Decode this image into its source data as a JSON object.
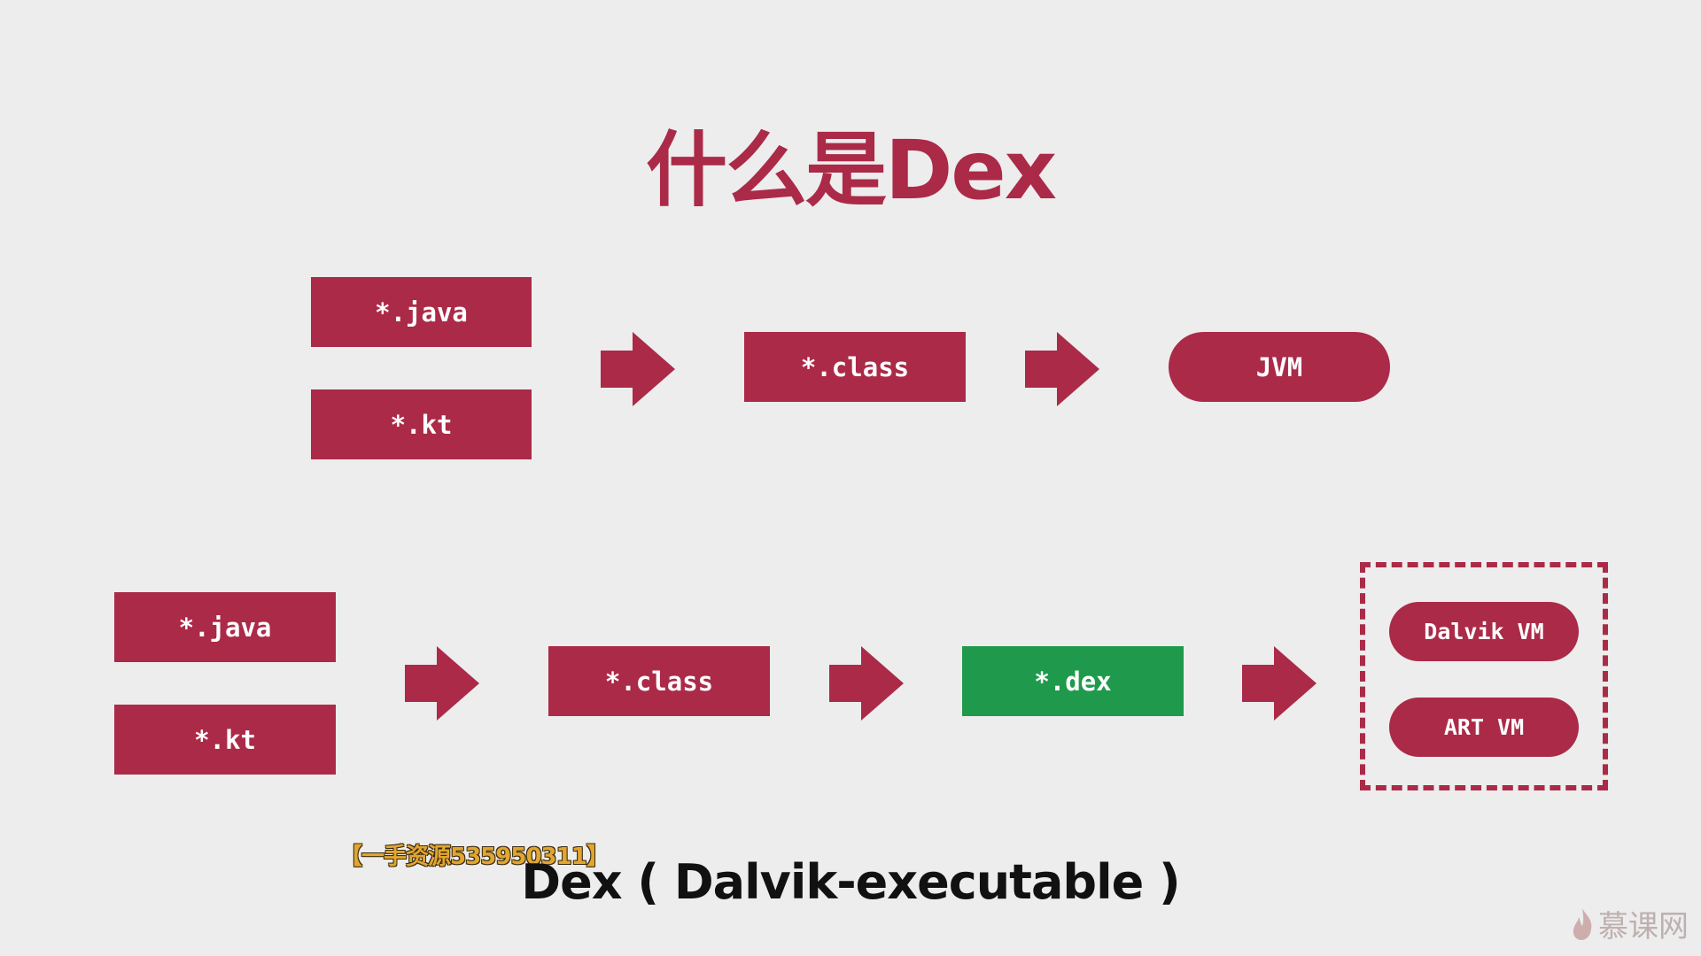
{
  "title": "什么是Dex",
  "row1": {
    "sources": [
      "*.java",
      "*.kt"
    ],
    "class_label": "*.class",
    "vm_label": "JVM"
  },
  "row2": {
    "sources": [
      "*.java",
      "*.kt"
    ],
    "class_label": "*.class",
    "dex_label": "*.dex",
    "vms": [
      "Dalvik VM",
      "ART VM"
    ]
  },
  "subtitle": "Dex ( Dalvik-executable )",
  "watermark": "【一手资源535950311】",
  "logo_text": "慕课网",
  "colors": {
    "primary": "#ab2a48",
    "dex": "#1f9a4c",
    "background": "#ededed"
  },
  "icons": {
    "arrow": "right-block-arrow",
    "logo": "flame-icon"
  }
}
